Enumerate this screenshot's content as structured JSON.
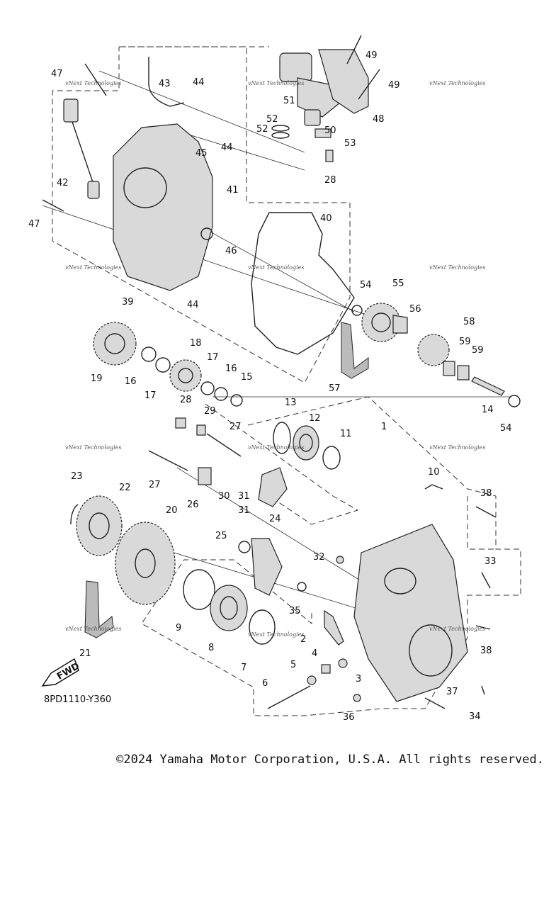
{
  "diagram_code": "8PD1110-Y360",
  "copyright": "©2024 Yamaha Motor Corporation, U.S.A. All rights reserved.",
  "watermark": "vNext Technologies",
  "fwd_label": "FWD",
  "callouts": [
    "1",
    "2",
    "3",
    "4",
    "5",
    "6",
    "7",
    "8",
    "9",
    "10",
    "11",
    "12",
    "13",
    "14",
    "15",
    "16",
    "16",
    "17",
    "17",
    "18",
    "19",
    "20",
    "21",
    "22",
    "23",
    "24",
    "25",
    "26",
    "27",
    "27",
    "28",
    "28",
    "29",
    "30",
    "31",
    "31",
    "32",
    "33",
    "34",
    "35",
    "36",
    "37",
    "38",
    "38",
    "39",
    "40",
    "41",
    "42",
    "43",
    "44",
    "44",
    "44",
    "45",
    "46",
    "47",
    "47",
    "48",
    "49",
    "49",
    "50",
    "51",
    "52",
    "52",
    "53",
    "54",
    "54",
    "55",
    "56",
    "57",
    "58",
    "59",
    "59"
  ]
}
